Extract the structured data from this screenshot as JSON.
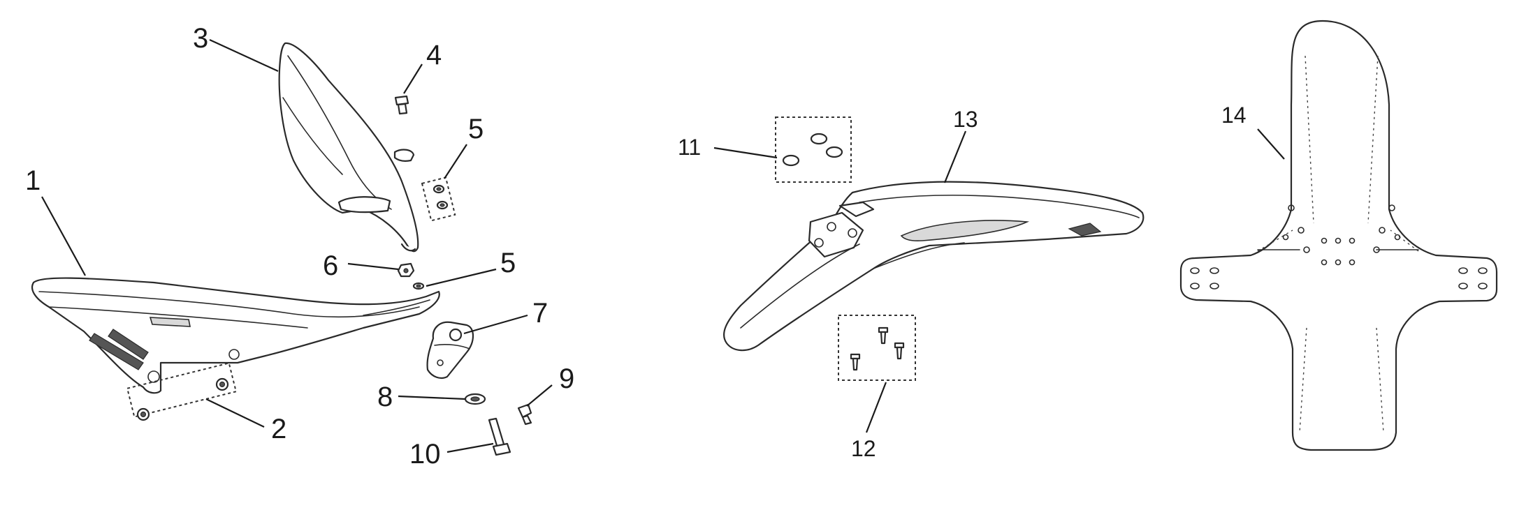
{
  "callouts": {
    "c1": "1",
    "c2": "2",
    "c3": "3",
    "c4": "4",
    "c5a": "5",
    "c5b": "5",
    "c6": "6",
    "c7": "7",
    "c8": "8",
    "c9": "9",
    "c10": "10",
    "c11": "11",
    "c12": "12",
    "c13": "13",
    "c14": "14"
  }
}
